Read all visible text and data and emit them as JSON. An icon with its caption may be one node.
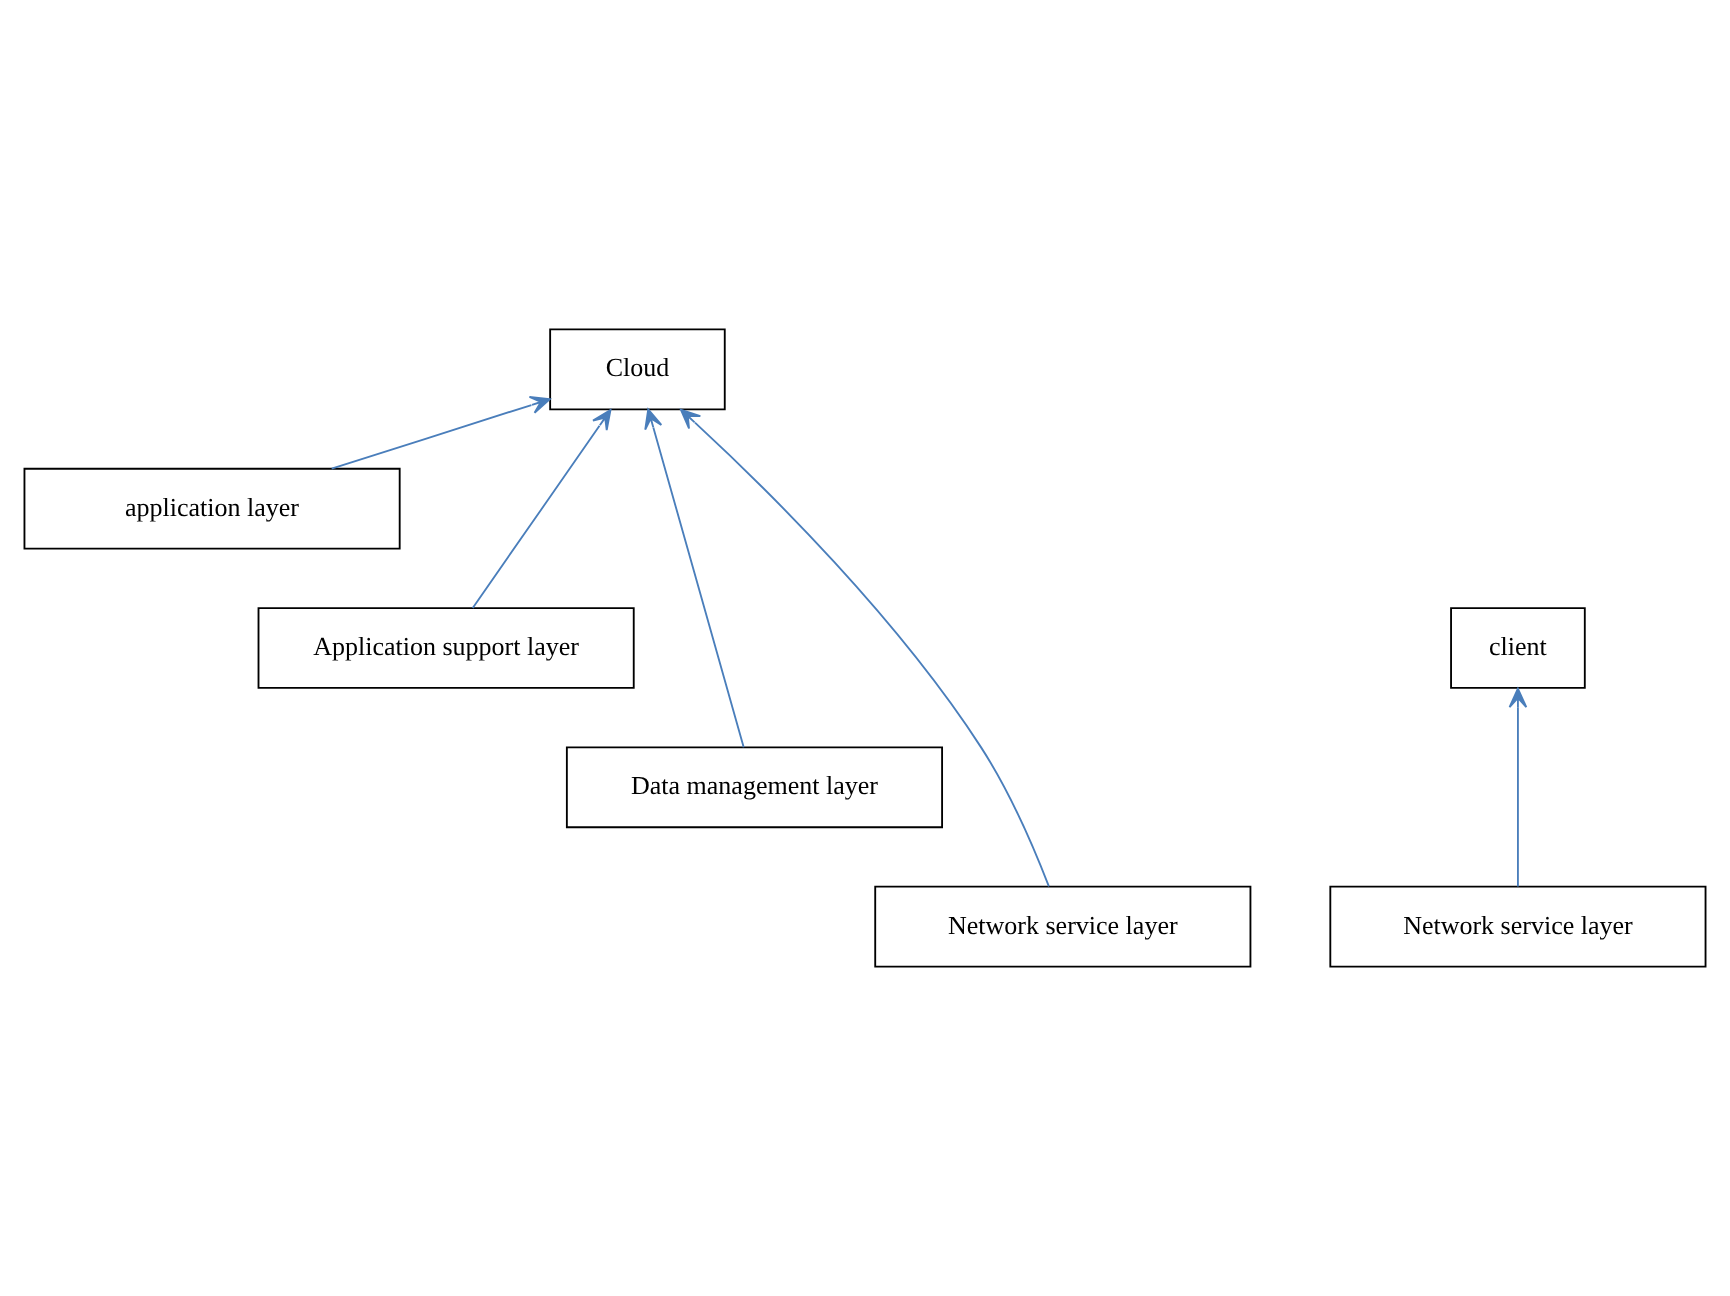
{
  "diagram": {
    "nodes": [
      {
        "text": [
          "Cloud"
        ]
      },
      {
        "text": [
          "client"
        ]
      },
      {
        "text": [
          "application layer"
        ]
      },
      {
        "text": [
          "Application support layer"
        ]
      },
      {
        "text": [
          "Network service layer"
        ]
      },
      {
        "text": [
          "Data management layer"
        ]
      },
      {
        "text": [
          "Network service layer"
        ]
      }
    ],
    "edges": [
      {
        "from": 2,
        "to": 0,
        "arrow": "to"
      },
      {
        "from": 3,
        "to": 0,
        "arrow": "to"
      },
      {
        "from": 5,
        "to": 0,
        "arrow": "to"
      },
      {
        "from": 6,
        "to": 0,
        "arrow": "to"
      },
      {
        "from": 4,
        "to": 1,
        "arrow": "to"
      }
    ]
  }
}
